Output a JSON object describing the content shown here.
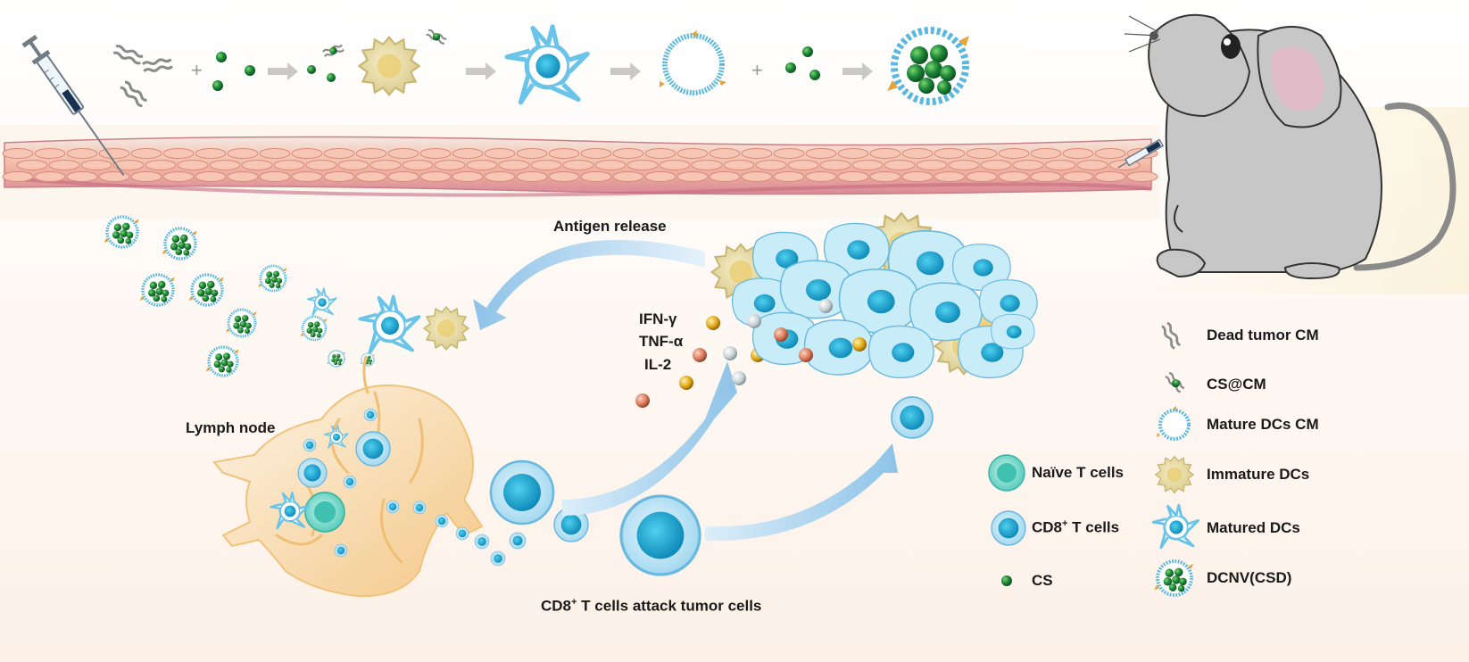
{
  "labels": {
    "antigen_release": "Antigen release",
    "lymph_node": "Lymph node",
    "attack_prefix": "CD8",
    "attack_sup": "+",
    "attack_suffix": " T cells attack tumor cells"
  },
  "cytokines": [
    "IFN-γ",
    "TNF-α",
    "IL-2"
  ],
  "legend_mid": {
    "naive_t": "Naïve T cells",
    "cd8_prefix": "CD8",
    "cd8_sup": "+",
    "cd8_suffix": " T cells",
    "cs": "CS"
  },
  "legend_right": {
    "dead_tumor_cm": "Dead tumor CM",
    "cs_cm": "CS@CM",
    "mature_dcs_cm": "Mature DCs CM",
    "immature_dcs": "Immature DCs",
    "matured_dcs": "Matured DCs",
    "dcnv": "DCNV(CSD)"
  },
  "colors": {
    "nanoparticle_green": "#1f8a3a",
    "membrane_blue": "#5ab8e0",
    "cell_cyan": "#1aa7d0",
    "immature_dc": "#e8dca8",
    "skin_pink": "#f3b9a4",
    "lymph_orange": "#f5c98a",
    "arrow_blue": "#9ccbea"
  }
}
